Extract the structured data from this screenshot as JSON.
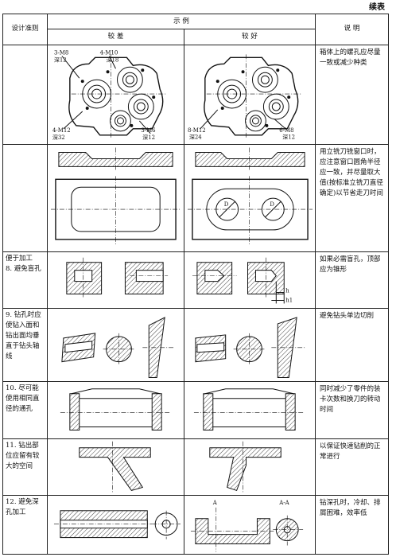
{
  "header": {
    "continued": "续表",
    "criterion": "设计准则",
    "example": "示      例",
    "worse": "较      差",
    "better": "较      好",
    "note": "说      明"
  },
  "rows": [
    {
      "criterion": "",
      "desc": "箱体上的螺孔应尽量一致或减少种类"
    },
    {
      "criterion": "",
      "desc": "用立铣刀铣窗口时，应注意窗口圆角半径应一致，并尽量取大值(按标准立铣刀直径确定)以节省走刀时间"
    },
    {
      "criterion": "便于加工\n8. 避免盲孔",
      "desc": "如果必需盲孔，顶部应为锥形"
    },
    {
      "criterion": "9. 钻孔时应使钻入面和钻出面均垂直于钻头轴线",
      "desc": "避免钻头单边切削"
    },
    {
      "criterion": "10. 尽可能使用相同直径的通孔",
      "desc": "同时减少了零件的装卡次数和换刀的转动时间"
    },
    {
      "criterion": "11. 钻出部位应留有较大的空间",
      "desc": "以保证快速钻削的正常进行"
    },
    {
      "criterion": "12. 避免深孔加工",
      "desc": "钻深孔时，冷却、排屑困难，效率低"
    }
  ],
  "labels": {
    "worse1": [
      "3-M8",
      "深12",
      "4-M10",
      "深18",
      "4-M12",
      "深32",
      "3-M6",
      "深12"
    ],
    "better1": [
      "8-M12",
      "深24",
      "6-M8",
      "深12"
    ],
    "dims": [
      "D",
      "h",
      "h1"
    ],
    "section": [
      "A",
      "A-A"
    ]
  }
}
